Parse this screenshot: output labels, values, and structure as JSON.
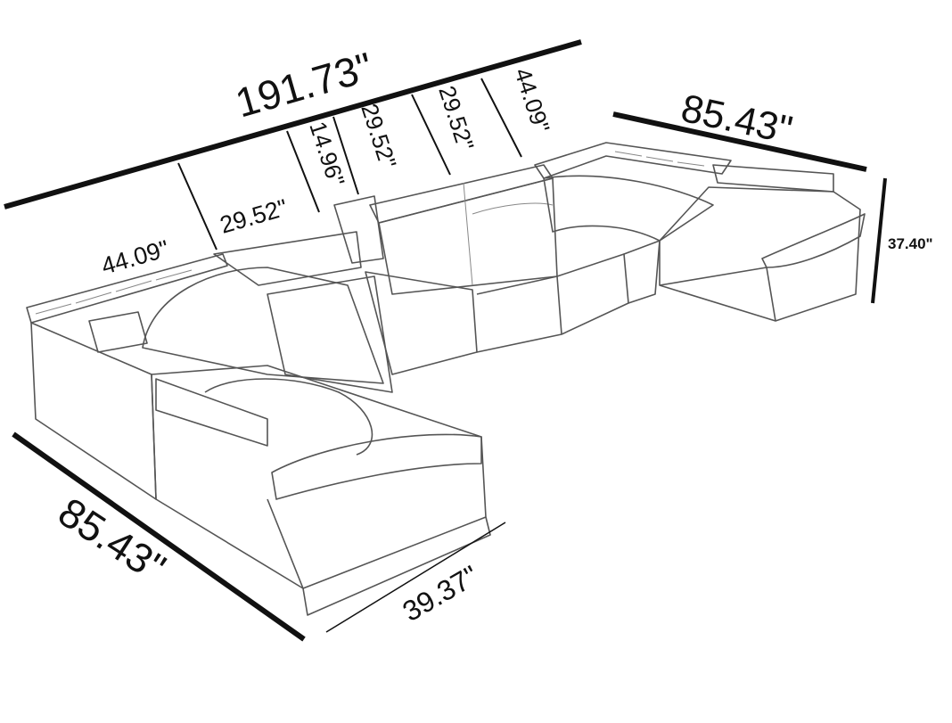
{
  "diagram": {
    "dimensions": {
      "total_width": "191.73\"",
      "left_corner_back": "44.09\"",
      "seat_1": "29.52\"",
      "console": "14.96\"",
      "seat_2": "29.52\"",
      "seat_3": "29.52\"",
      "right_corner_back": "44.09\"",
      "right_depth": "85.43\"",
      "height": "37.40\"",
      "left_depth": "85.43\"",
      "chaise_width": "39.37\""
    },
    "colors": {
      "line": "#111111",
      "sketch": "#555555"
    }
  }
}
